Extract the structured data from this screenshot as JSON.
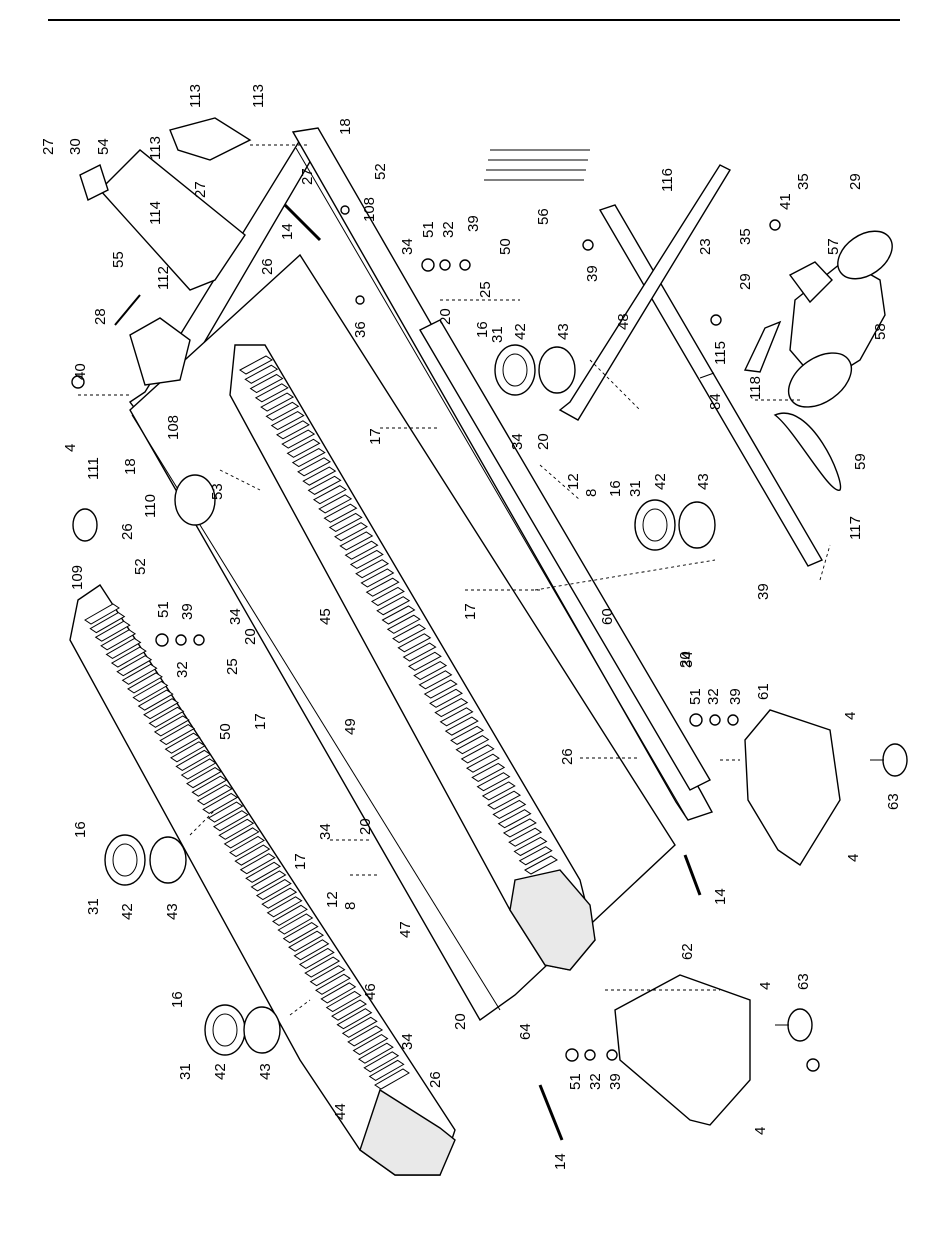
{
  "part_labels": {
    "p113a": "113",
    "p113b": "113",
    "p113c": "113",
    "p114": "114",
    "p27a": "27",
    "p30": "30",
    "p54": "54",
    "p27b": "27",
    "p27c": "27",
    "p18a": "18",
    "p52a": "52",
    "p108a": "108",
    "p14a": "14",
    "p55": "55",
    "p112": "112",
    "p26a": "26",
    "p34a": "34",
    "p51a": "51",
    "p32a": "32",
    "p39a": "39",
    "p50a": "50",
    "p25a": "25",
    "p20a": "20",
    "p36": "36",
    "p56": "56",
    "p116": "116",
    "p39b": "39",
    "p48": "48",
    "p28": "28",
    "p40": "40",
    "p16a": "16",
    "p31a": "31",
    "p42a": "42",
    "p43a": "43",
    "p23": "23",
    "p35a": "35",
    "p41": "41",
    "p35b": "35",
    "p29a": "29",
    "p29b": "29",
    "p57": "57",
    "p115": "115",
    "p58": "58",
    "p118": "118",
    "p84": "84",
    "p17a": "17",
    "p34b": "34",
    "p20b": "20",
    "p4a": "4",
    "p111": "111",
    "p18b": "18",
    "p108b": "108",
    "p110": "110",
    "p53": "53",
    "p12a": "12",
    "p8a": "8",
    "p16b": "16",
    "p31b": "31",
    "p42b": "42",
    "p43b": "43",
    "p59": "59",
    "p109": "109",
    "p26b": "26",
    "p52b": "52",
    "p117": "117",
    "p39c": "39",
    "p17b": "17",
    "p45": "45",
    "p60": "60",
    "p51b": "51",
    "p39d": "39",
    "p32b": "32",
    "p34c": "34",
    "p20c": "20",
    "p25b": "25",
    "p50b": "50",
    "p17c": "17",
    "p49": "49",
    "p34d": "34",
    "p20d": "20",
    "p51c": "51",
    "p32c": "32",
    "p39e": "39",
    "p61": "61",
    "p4b": "4",
    "p26c": "26",
    "p63a": "63",
    "p4c": "4",
    "p16c": "16",
    "p31c": "31",
    "p42c": "42",
    "p43c": "43",
    "p17d": "17",
    "p12b": "12",
    "p8b": "8",
    "p34e": "34",
    "p20e": "20",
    "p14b": "14",
    "p47": "47",
    "p46": "46",
    "p16d": "16",
    "p31d": "31",
    "p42d": "42",
    "p43d": "43",
    "p62": "62",
    "p4d": "4",
    "p63b": "63",
    "p34f": "34",
    "p20f": "20",
    "p26d": "26",
    "p64": "64",
    "p51d": "51",
    "p32d": "32",
    "p39f": "39",
    "p4e": "4",
    "p44": "44",
    "p14c": "14"
  }
}
